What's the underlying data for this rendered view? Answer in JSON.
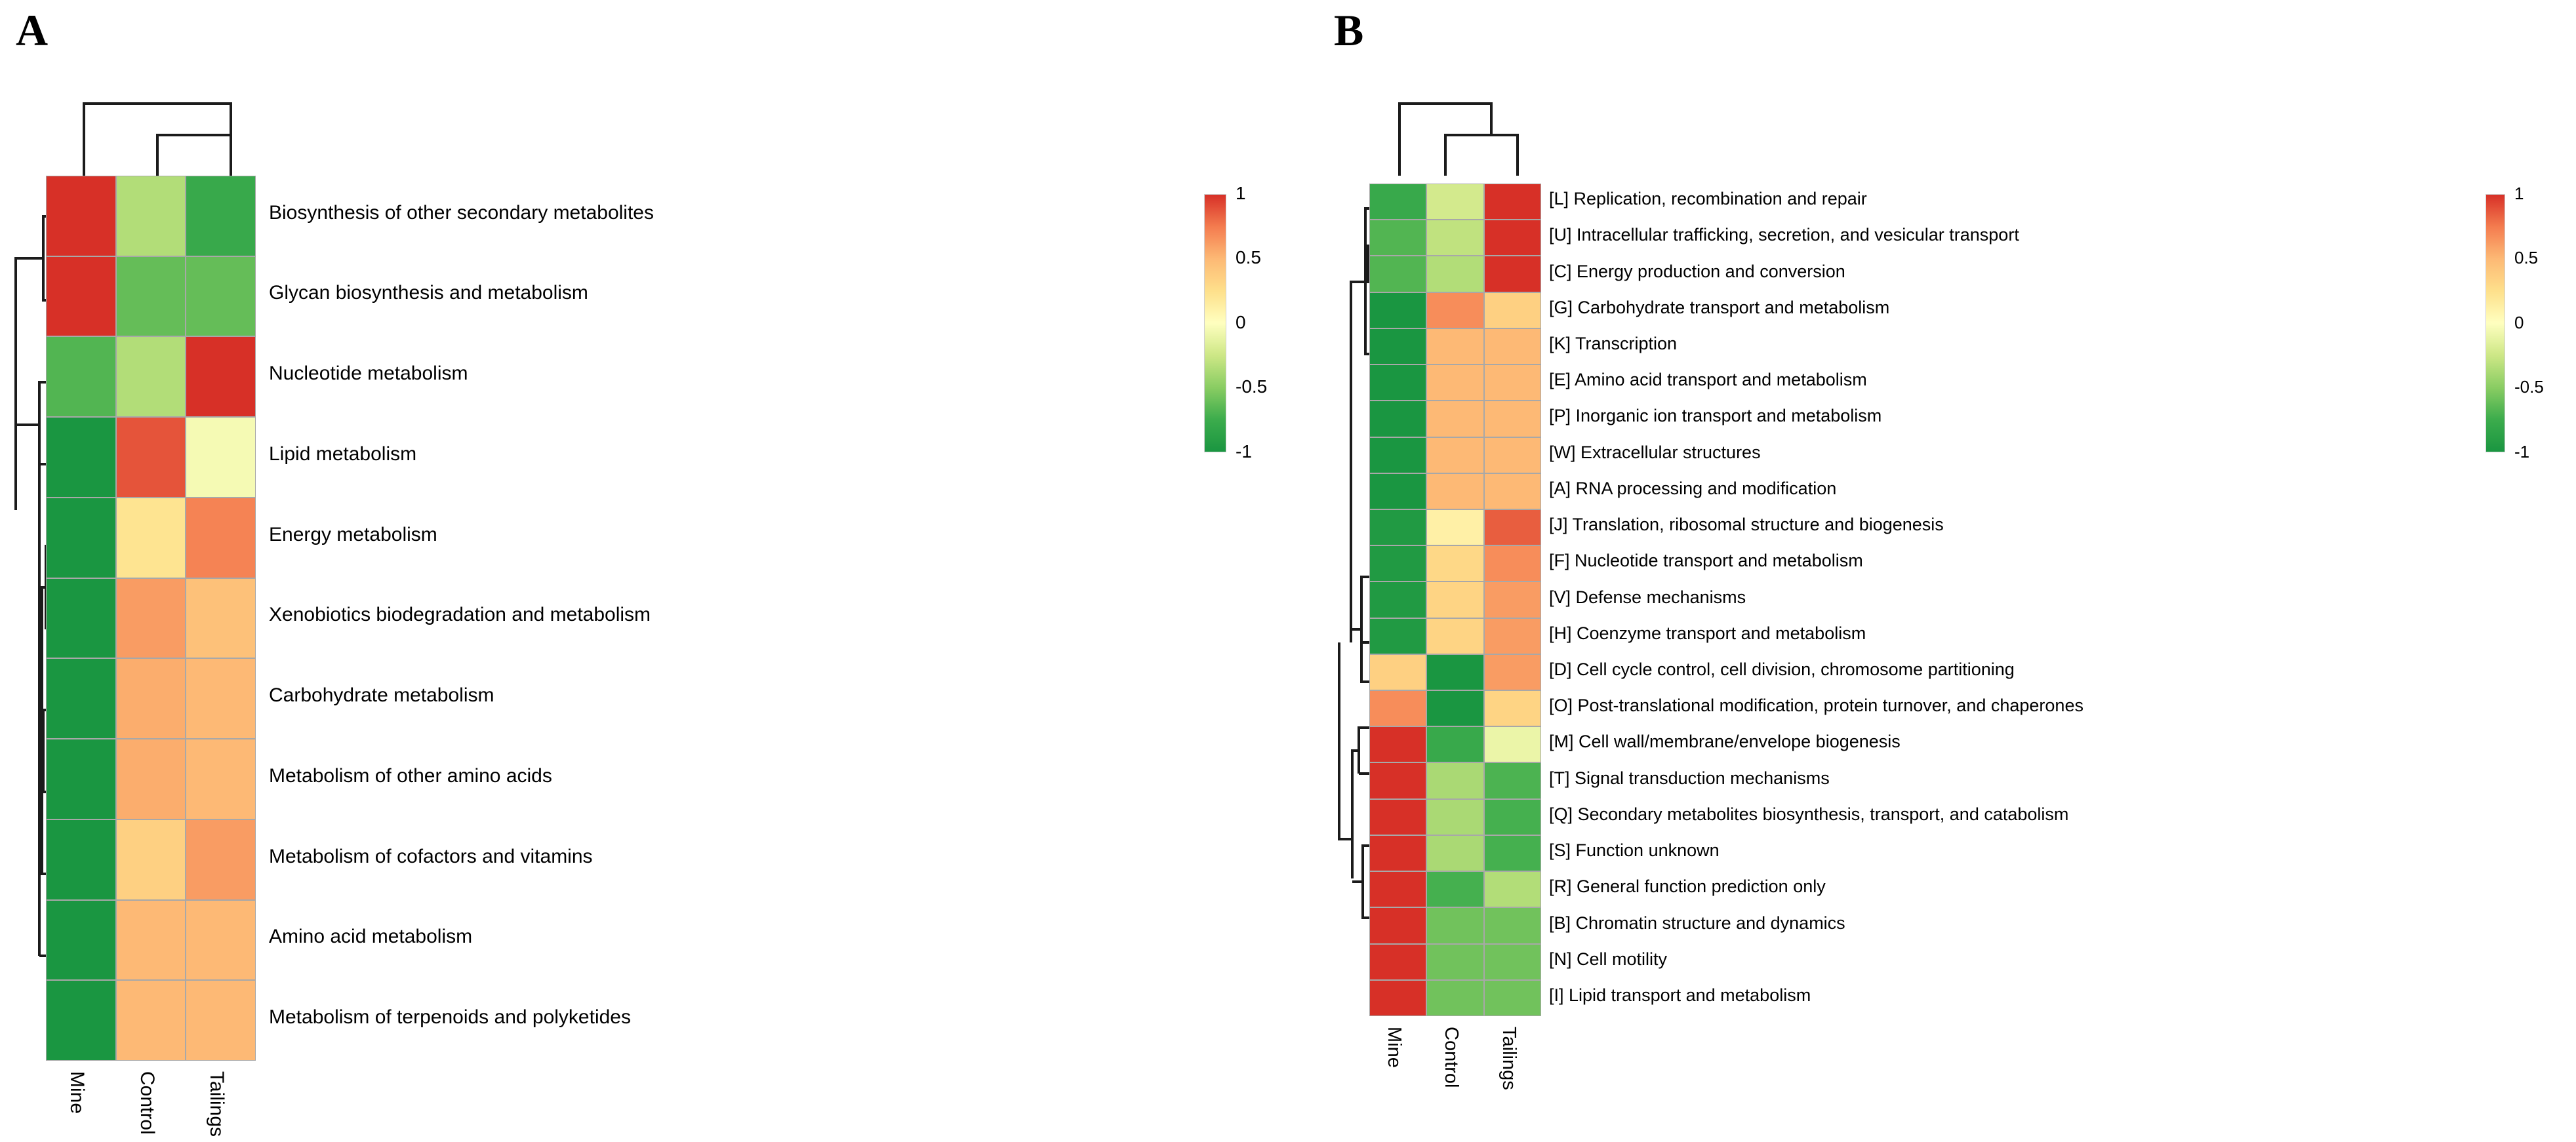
{
  "figure": {
    "panels": [
      {
        "letter": "A",
        "columns": [
          "Mine",
          "Control",
          "Tailings"
        ],
        "colorbar": {
          "ticks": [
            "1",
            "0.5",
            "0",
            "-0.5",
            "-1"
          ],
          "max": 1,
          "min": -1
        },
        "chart_data": {
          "type": "heatmap",
          "title": "",
          "xlabel": "",
          "ylabel": "",
          "categories": [
            "Mine",
            "Control",
            "Tailings"
          ],
          "rows": [
            "Biosynthesis of other secondary metabolites",
            "Glycan biosynthesis and metabolism",
            "Nucleotide metabolism",
            "Lipid metabolism",
            "Energy metabolism",
            "Xenobiotics biodegradation and metabolism",
            "Carbohydrate metabolism",
            "Metabolism of other amino acids",
            "Metabolism of cofactors and vitamins",
            "Amino acid metabolism",
            "Metabolism of terpenoids and polyketides"
          ],
          "zlim": [
            -1,
            1
          ],
          "values": [
            [
              1.0,
              -0.35,
              -0.78
            ],
            [
              1.0,
              -0.62,
              -0.62
            ],
            [
              -0.68,
              -0.35,
              1.0
            ],
            [
              -1.0,
              0.88,
              -0.05
            ],
            [
              -1.0,
              0.22,
              0.72
            ],
            [
              -1.0,
              0.62,
              0.45
            ],
            [
              -1.0,
              0.55,
              0.5
            ],
            [
              -1.0,
              0.55,
              0.5
            ],
            [
              -1.0,
              0.35,
              0.62
            ],
            [
              -1.0,
              0.5,
              0.5
            ],
            [
              -1.0,
              0.5,
              0.5
            ]
          ],
          "legend_position": "right",
          "grid": true
        }
      },
      {
        "letter": "B",
        "columns": [
          "Mine",
          "Control",
          "Tailings"
        ],
        "colorbar": {
          "ticks": [
            "1",
            "0.5",
            "0",
            "-0.5",
            "-1"
          ],
          "max": 1,
          "min": -1
        },
        "chart_data": {
          "type": "heatmap",
          "title": "",
          "xlabel": "",
          "ylabel": "",
          "categories": [
            "Mine",
            "Control",
            "Tailings"
          ],
          "rows": [
            "[L] Replication, recombination and repair",
            "[U] Intracellular trafficking, secretion, and vesicular transport",
            "[C] Energy production and conversion",
            "[G] Carbohydrate transport and metabolism",
            "[K] Transcription",
            "[E] Amino acid transport and metabolism",
            "[P] Inorganic ion transport and metabolism",
            "[W] Extracellular structures",
            "[A] RNA processing and modification",
            "[J] Translation, ribosomal structure and biogenesis",
            "[F] Nucleotide transport and metabolism",
            "[V] Defense mechanisms",
            "[H] Coenzyme transport and metabolism",
            "[D] Cell cycle control, cell division, chromosome partitioning",
            "[O] Post-translational modification, protein turnover, and chaperones",
            "[M] Cell wall/membrane/envelope biogenesis",
            "[T] Signal transduction mechanisms",
            "[Q] Secondary metabolites biosynthesis, transport, and catabolism",
            "[S] Function unknown",
            "[R] General function prediction only",
            "[B] Chromatin structure and dynamics",
            "[N] Cell motility",
            "[I] Lipid transport and metabolism"
          ],
          "zlim": [
            -1,
            1
          ],
          "values": [
            [
              -0.78,
              -0.22,
              1.0
            ],
            [
              -0.68,
              -0.3,
              1.0
            ],
            [
              -0.68,
              -0.35,
              1.0
            ],
            [
              -1.0,
              0.68,
              0.35
            ],
            [
              -1.0,
              0.5,
              0.5
            ],
            [
              -1.0,
              0.5,
              0.5
            ],
            [
              -1.0,
              0.5,
              0.5
            ],
            [
              -1.0,
              0.5,
              0.5
            ],
            [
              -1.0,
              0.5,
              0.5
            ],
            [
              -0.95,
              0.12,
              0.85
            ],
            [
              -0.95,
              0.3,
              0.68
            ],
            [
              -0.95,
              0.33,
              0.62
            ],
            [
              -0.95,
              0.33,
              0.62
            ],
            [
              0.35,
              -1.0,
              0.62
            ],
            [
              0.68,
              -1.0,
              0.33
            ],
            [
              1.0,
              -0.78,
              -0.1
            ],
            [
              1.0,
              -0.38,
              -0.7
            ],
            [
              1.0,
              -0.38,
              -0.72
            ],
            [
              1.0,
              -0.38,
              -0.72
            ],
            [
              1.0,
              -0.72,
              -0.35
            ],
            [
              1.0,
              -0.58,
              -0.58
            ],
            [
              1.0,
              -0.58,
              -0.58
            ],
            [
              1.0,
              -0.58,
              -0.58
            ]
          ],
          "legend_position": "right",
          "grid": true
        }
      }
    ]
  }
}
